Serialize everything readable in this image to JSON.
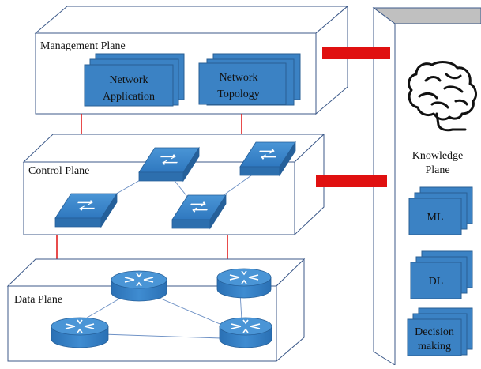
{
  "planes": {
    "management": {
      "label": "Management Plane"
    },
    "control": {
      "label": "Control Plane"
    },
    "data": {
      "label": "Data Plane"
    },
    "knowledge": {
      "label_line1": "Knowledge",
      "label_line2": "Plane"
    }
  },
  "cards": {
    "network_application": {
      "line1": "Network",
      "line2": "Application"
    },
    "network_topology": {
      "line1": "Network",
      "line2": "Topology"
    },
    "ml": {
      "label": "ML"
    },
    "dl": {
      "label": "DL"
    },
    "decision_making": {
      "line1": "Decision",
      "line2": "making"
    }
  },
  "icons": {
    "brain": "brain-icon",
    "switch": "network-switch-icon",
    "router": "router-icon"
  },
  "colors": {
    "box_stroke": "#3d5a8a",
    "card_fill": "#3b82c4",
    "card_stroke": "#2a5f93",
    "connector_red": "#e01010",
    "link_line": "#6b8fc4",
    "knowledge_top": "#c0c0c0",
    "text": "#111111"
  }
}
